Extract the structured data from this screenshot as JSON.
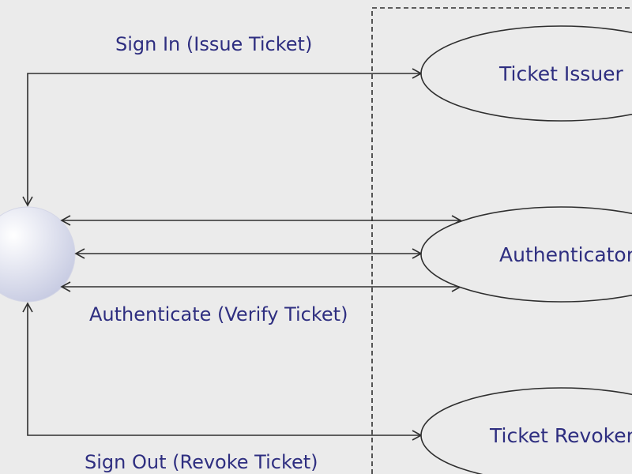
{
  "colors": {
    "background": "#ebebeb",
    "line": "#2f2f2f",
    "text": "#2e2e80",
    "actor_fill_light": "#ffffff",
    "actor_fill_dark": "#c7cbe2"
  },
  "system": {
    "nodes": {
      "issuer": "Ticket Issuer",
      "authenticator": "Authenticator",
      "revoker": "Ticket Revoker"
    }
  },
  "flows": {
    "sign_in": "Sign In (Issue Ticket)",
    "authenticate": "Authenticate (Verify Ticket)",
    "sign_out": "Sign Out (Revoke Ticket)"
  }
}
